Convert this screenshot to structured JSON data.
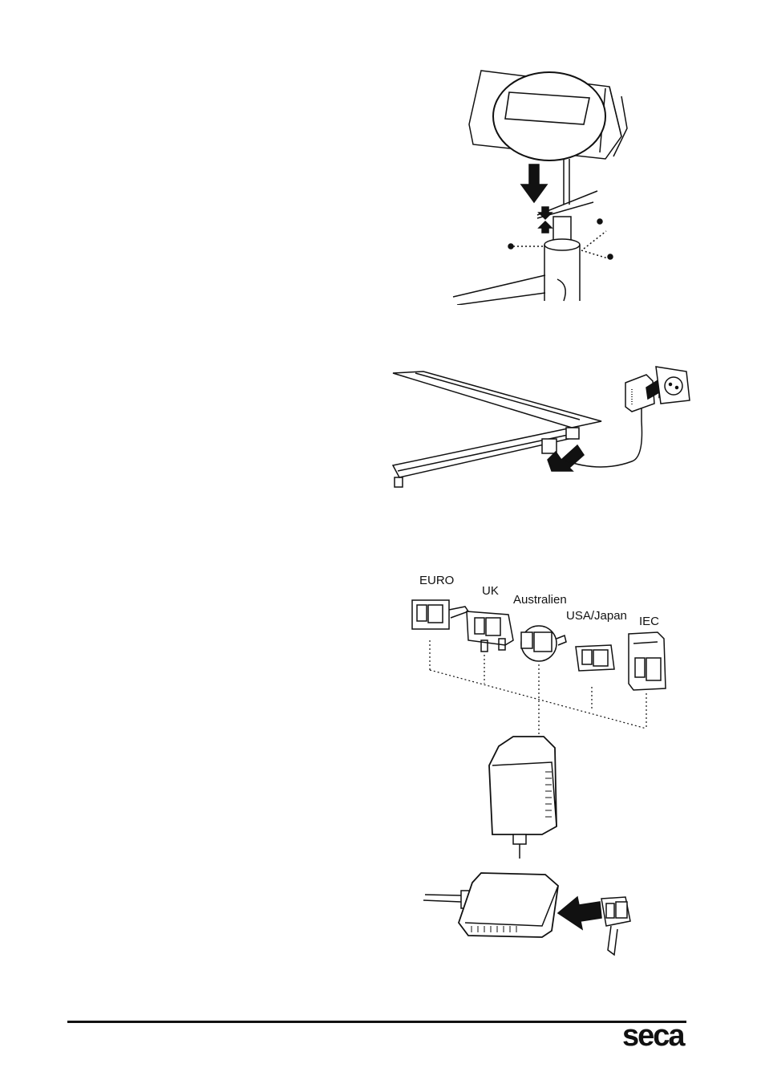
{
  "figure3": {
    "plug_labels": {
      "euro": "EURO",
      "uk": "UK",
      "australia": "Australien",
      "usa_japan": "USA/Japan",
      "iec": "IEC"
    }
  },
  "footer": {
    "brand": "seca"
  }
}
